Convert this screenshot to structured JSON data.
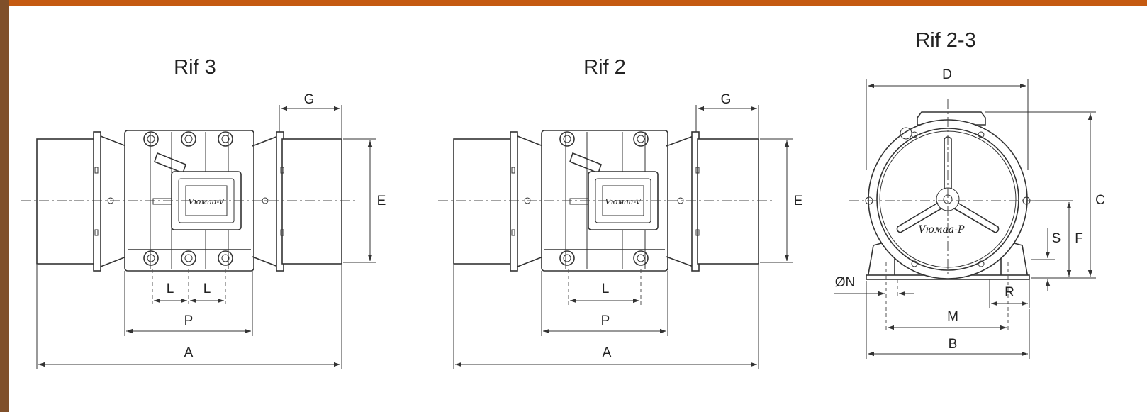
{
  "colors": {
    "accent": "#c55a11",
    "sidebar": "#7f4f2a"
  },
  "views": {
    "rif3": {
      "title": "Rif 3",
      "labels": {
        "G": "G",
        "E": "E",
        "L1": "L",
        "L2": "L",
        "P": "P",
        "A": "A"
      }
    },
    "rif2": {
      "title": "Rif 2",
      "labels": {
        "G": "G",
        "E": "E",
        "L": "L",
        "P": "P",
        "A": "A"
      }
    },
    "rif23": {
      "title": "Rif 2-3",
      "labels": {
        "D": "D",
        "C": "C",
        "F": "F",
        "S": "S",
        "N": "ØN",
        "R": "R",
        "M": "M",
        "B": "B"
      }
    }
  }
}
